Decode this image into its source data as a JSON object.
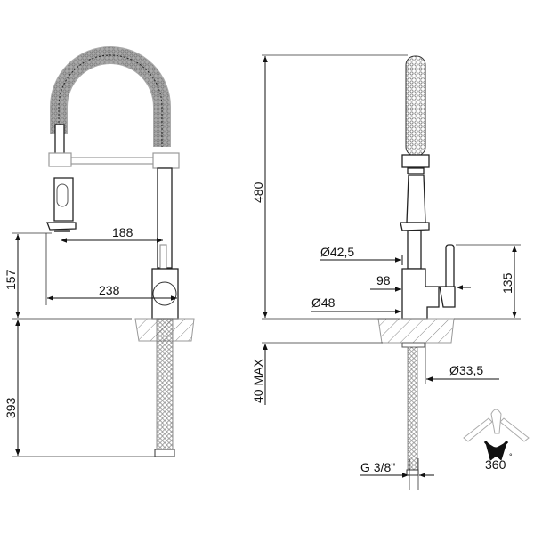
{
  "drawing": {
    "front_view": {
      "dimensions": {
        "reach_inner": "188",
        "reach_outer": "238",
        "spout_height": "157",
        "hose_length": "393"
      }
    },
    "side_view": {
      "dimensions": {
        "total_height": "480",
        "spout_diameter": "Ø42,5",
        "body_depth": "98",
        "base_diameter": "Ø48",
        "handle_height": "135",
        "deck_thickness": "40 MAX",
        "hole_diameter": "Ø33,5",
        "connection": "G 3/8\""
      }
    },
    "rotation": {
      "label": "360",
      "unit": "°"
    }
  }
}
